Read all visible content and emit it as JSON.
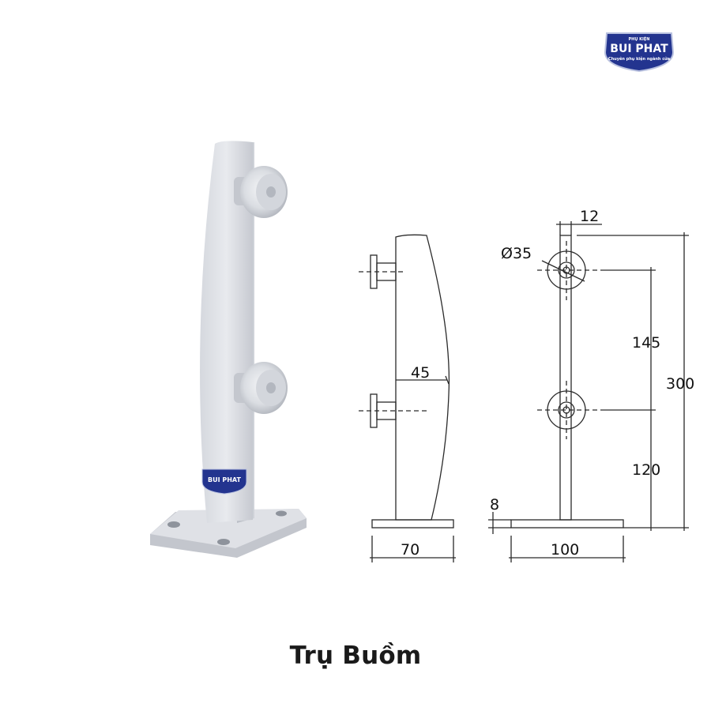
{
  "brand": {
    "top_small": "PHỤ KIỆN",
    "name": "BUI PHAT",
    "tagline": "Chuyên phụ kiện ngành cửa",
    "color": "#23348f",
    "border_color": "#b9c1df"
  },
  "title": "Trụ Buồm",
  "dimensions": {
    "top_width": "12",
    "disc_diameter": "Ø35",
    "offset": "45",
    "spacing_upper": "145",
    "total_height": "300",
    "spacing_lower": "120",
    "base_thickness": "8",
    "base_width_side": "70",
    "base_width_front": "100"
  },
  "colors": {
    "metal_light": "#e6e8ec",
    "metal_mid": "#c9ccd2",
    "metal_dark": "#a9adb5",
    "line": "#2a2a2a"
  }
}
